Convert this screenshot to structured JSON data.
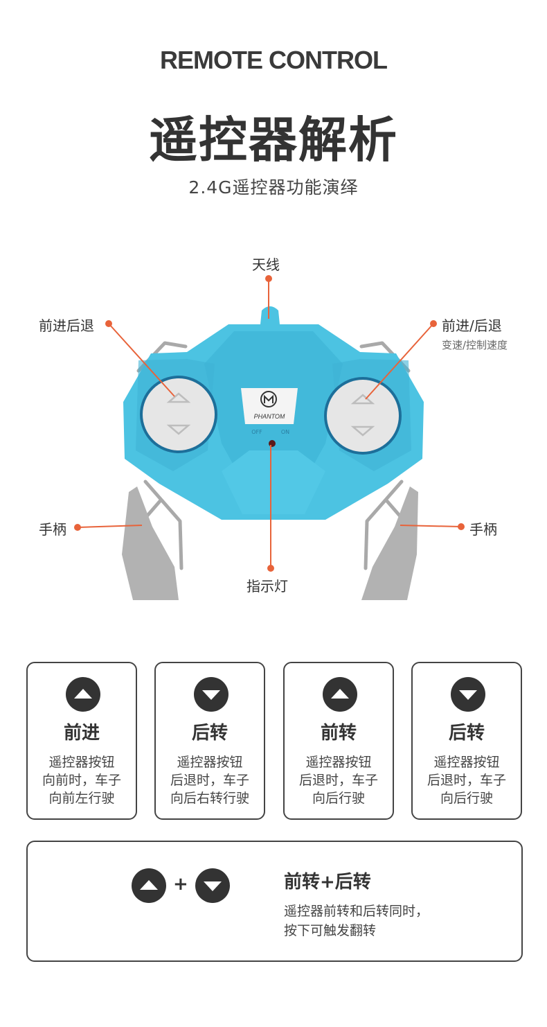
{
  "header": {
    "eyebrow": "REMOTE CONTROL",
    "title": "遥控器解析",
    "subtitle": "2.4G遥控器功能演绎"
  },
  "diagram": {
    "antenna": "天线",
    "left_stick": "前进后退",
    "right_stick": "前进/后退",
    "right_stick_sub": "变速/控制速度",
    "left_handle": "手柄",
    "right_handle": "手柄",
    "indicator": "指示灯",
    "brand": "PHANTOM",
    "switch_off": "OFF",
    "switch_on": "ON"
  },
  "colors": {
    "body": "#4cc3e2",
    "accent": "#e8633a",
    "button": "#e6e6e6",
    "handle": "#b2b2b2"
  },
  "cards": [
    {
      "icon": "up-arrow-icon",
      "title": "前进",
      "lines": [
        "遥控器按钮",
        "向前时，车子",
        "向前左行驶"
      ]
    },
    {
      "icon": "down-arrow-icon",
      "title": "后转",
      "lines": [
        "遥控器按钮",
        "后退时，车子",
        "向后右转行驶"
      ]
    },
    {
      "icon": "up-arrow-icon",
      "title": "前转",
      "lines": [
        "遥控器按钮",
        "后退时，车子",
        "向后行驶"
      ]
    },
    {
      "icon": "down-arrow-icon",
      "title": "后转",
      "lines": [
        "遥控器按钮",
        "后退时，车子",
        "向后行驶"
      ]
    }
  ],
  "combo": {
    "plus": "+",
    "title": "前转+后转",
    "lines": [
      "遥控器前转和后转同时，",
      "按下可触发翻转"
    ]
  }
}
